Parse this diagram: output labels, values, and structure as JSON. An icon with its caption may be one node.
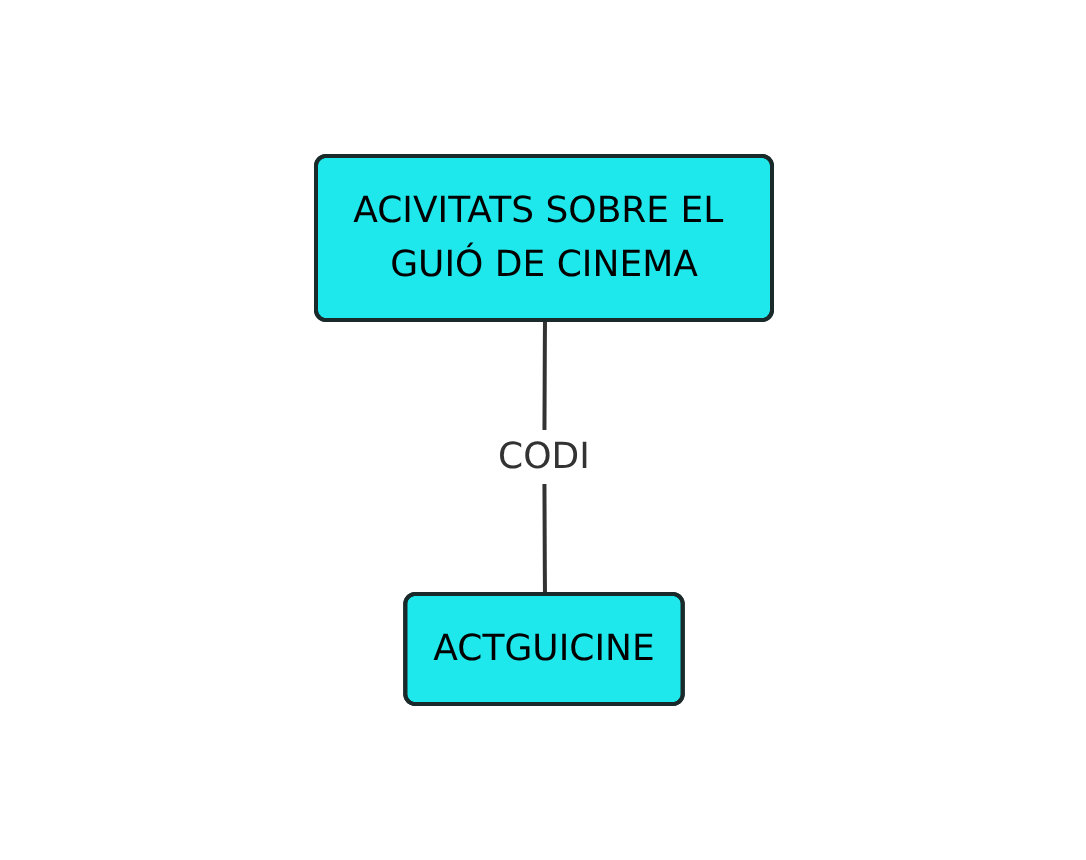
{
  "diagram": {
    "nodes": [
      {
        "text": [
          "ACIVITATS SOBRE EL GUIÓ DE CINEMA"
        ]
      },
      {
        "text": [
          "ACTGUICINE"
        ]
      }
    ],
    "edges": [
      {
        "from": 0,
        "to": 1,
        "label": "CODI",
        "arrow": "none"
      }
    ]
  }
}
